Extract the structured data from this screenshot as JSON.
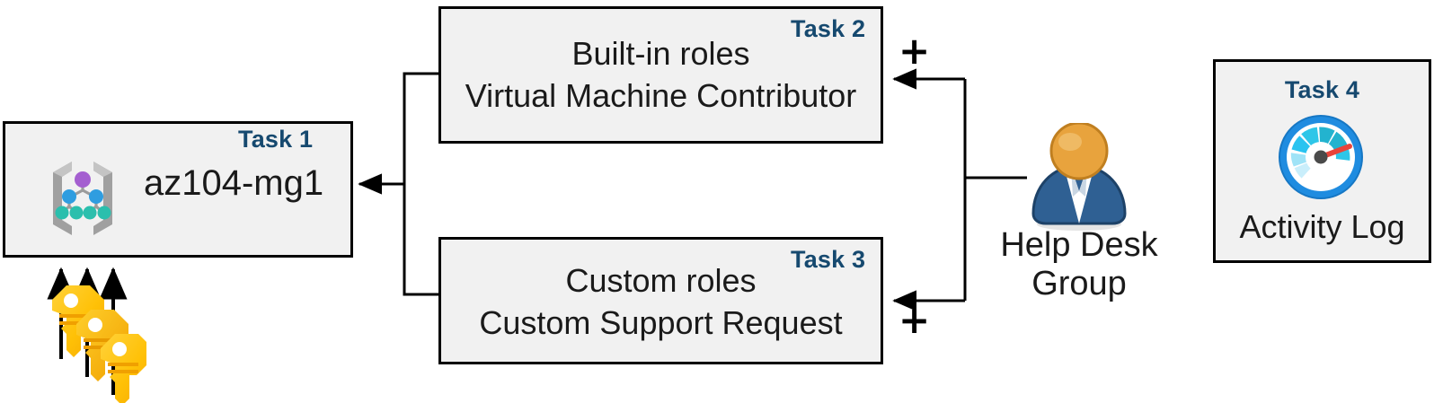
{
  "diagram": {
    "title": "Azure RBAC task diagram",
    "colors": {
      "task_label": "#16496f",
      "box_fill": "#f1f1f1",
      "box_border": "#000000",
      "connector": "#000000",
      "key_icon": "#ffc107",
      "person_head": "#e8a33d",
      "person_body": "#2f6093",
      "gauge_ring": "#1f8ce0",
      "gauge_needle": "#e8443a",
      "mg_bracket": "#a0a0a0",
      "mg_root_node": "#a45fd0",
      "mg_mid_node": "#2f9de0",
      "mg_leaf_node": "#2bbfad"
    },
    "boxes": [
      {
        "id": "task1",
        "tag": "Task 1",
        "lines": [
          "az104-mg1"
        ],
        "icon": "management-group-icon"
      },
      {
        "id": "task2",
        "tag": "Task 2",
        "lines": [
          "Built-in roles",
          "Virtual Machine Contributor"
        ],
        "icon": null
      },
      {
        "id": "task3",
        "tag": "Task 3",
        "lines": [
          "Custom roles",
          "Custom Support Request"
        ],
        "icon": null
      },
      {
        "id": "task4",
        "tag": "Task 4",
        "lines": [
          "Activity Log"
        ],
        "icon": "activity-log-gauge-icon"
      }
    ],
    "persona": {
      "icon": "user-group-icon",
      "label_lines": [
        "Help Desk",
        "Group"
      ]
    },
    "keys": {
      "icon": "keys-icon",
      "count": 3
    },
    "operators": [
      {
        "id": "plus-task2",
        "symbol": "+"
      },
      {
        "id": "plus-task3",
        "symbol": "+"
      }
    ]
  }
}
